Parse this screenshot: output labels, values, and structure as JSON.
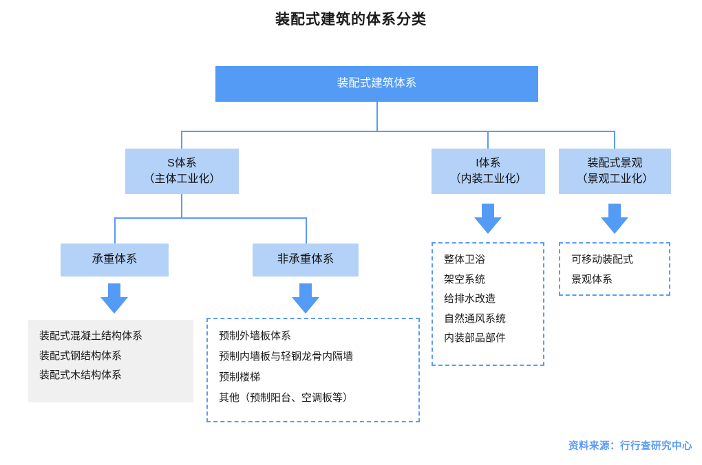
{
  "title": "装配式建筑的体系分类",
  "colors": {
    "root_fill": "#549bf5",
    "node_fill": "#b4d2f7",
    "line": "#5a9bf6",
    "panel_gray": "#f0f0f0",
    "source_text": "#5a9bf6"
  },
  "root": {
    "label": "装配式建筑体系"
  },
  "level2": [
    {
      "line1": "S体系",
      "line2": "（主体工业化）"
    },
    {
      "line1": "I体系",
      "line2": "（内装工业化）"
    },
    {
      "line1": "装配式景观",
      "line2": "（景观工业化）"
    }
  ],
  "level3": [
    {
      "label": "承重体系"
    },
    {
      "label": "非承重体系"
    }
  ],
  "panels": {
    "bearing": {
      "style": "gray",
      "items": [
        "装配式混凝土结构体系",
        "装配式钢结构体系",
        "装配式木结构体系"
      ]
    },
    "non_bearing": {
      "style": "dashed",
      "items": [
        "预制外墙板体系",
        "预制内墙板与轻钢龙骨内隔墙",
        "预制楼梯",
        "其他（预制阳台、空调板等）"
      ]
    },
    "interior": {
      "style": "dashed",
      "items": [
        "整体卫浴",
        "架空系统",
        "给排水改造",
        "自然通风系统",
        "内装部品部件"
      ]
    },
    "landscape": {
      "style": "dashed",
      "items": [
        "可移动装配式",
        "景观体系"
      ]
    }
  },
  "source": "资料来源：行行查研究中心"
}
